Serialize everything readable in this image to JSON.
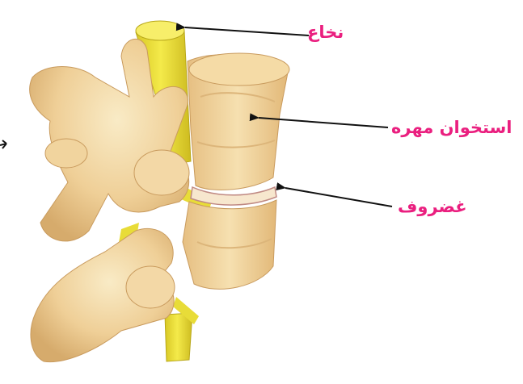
{
  "colors": {
    "label_pink": "#ea1f7f",
    "arrow": "#111111",
    "bone_light": "#f6dfae",
    "bone_mid": "#e9c486",
    "bone_shadow": "#c99b5e",
    "spinal_cord": "#ece23e",
    "spinal_cord_shadow": "#c9b51e",
    "cartilage_line": "#c08a84"
  },
  "labels": {
    "spinal_cord": "نخاع",
    "vertebra_bone": "استخوان مهره",
    "cartilage": "غضروف"
  },
  "icons": {
    "arrow": "left-pointing-arrow"
  }
}
